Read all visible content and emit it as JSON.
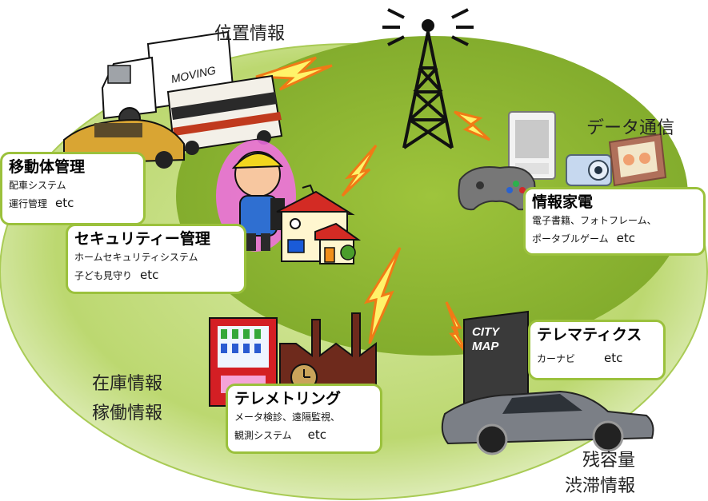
{
  "labels": {
    "position_info": "位置情報",
    "data_comm": "データ通信",
    "stock_info": "在庫情報",
    "operation_info": "稼働情報",
    "remaining": "残容量",
    "congestion": "渋滞情報"
  },
  "boxes": {
    "mobile": {
      "title": "移動体管理",
      "line1": "配車システム",
      "line2": "運行管理",
      "etc": "etc"
    },
    "security": {
      "title": "セキュリティー管理",
      "line1": "ホームセキュリティシステム",
      "line2": "子ども見守り",
      "etc": "etc"
    },
    "appliance": {
      "title": "情報家電",
      "line1": "電子書籍、フォトフレーム、",
      "line2": "ポータブルゲーム",
      "etc": "etc"
    },
    "telematics": {
      "title": "テレマティクス",
      "line1": "カーナビ",
      "etc": "etc"
    },
    "telemetering": {
      "title": "テレメトリング",
      "line1": "メータ検診、遠隔監視、",
      "line2": "観測システム",
      "etc": "etc"
    }
  },
  "illustrations": {
    "truck_text": "MOVING",
    "map_text_1": "CITY",
    "map_text_2": "MAP"
  },
  "colors": {
    "outer_ellipse": "#bcd870",
    "inner_ellipse": "#8eb531",
    "box_border": "#9bc13c",
    "lightning": "#fff36a",
    "lightning_stroke": "#f07a16"
  }
}
